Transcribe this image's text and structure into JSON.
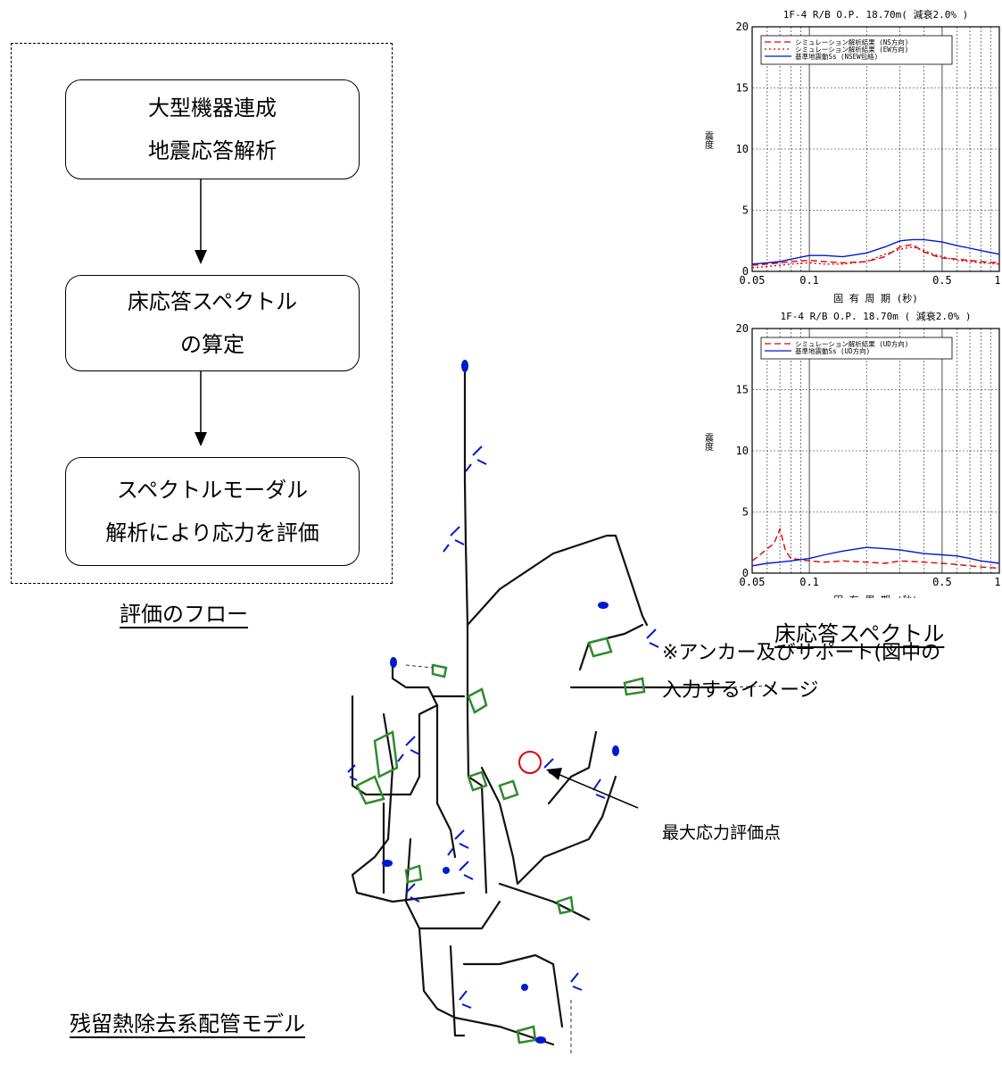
{
  "flow": {
    "step1": [
      "大型機器連成",
      "地震応答解析"
    ],
    "step2": [
      "床応答スペクトル",
      "の算定"
    ],
    "step3": [
      "スペクトルモーダル",
      "解析により応力を評価"
    ],
    "caption": "評価のフロー"
  },
  "spectrum_caption": "床応答スペクトル",
  "model_caption": "残留熱除去系配管モデル",
  "note": {
    "line1": "※アンカー及びサポート(図中の",
    "line2": "入力するイメージ"
  },
  "max_stress_label": "最大応力評価点",
  "colors": {
    "red": "#e00000",
    "blue": "#0018d0",
    "green": "#2e8b2e",
    "pipe": "#000000"
  },
  "chart_data": [
    {
      "type": "line",
      "title": "1F-4 R/B  O.P. 18.70m( 減衰2.0% )",
      "xlabel": "固 有 周 期 (秒)",
      "ylabel": "震度",
      "xscale": "log",
      "xlim": [
        0.05,
        1.0
      ],
      "ylim": [
        0,
        20
      ],
      "xticks": [
        0.05,
        0.1,
        0.5,
        1
      ],
      "xtick_labels": [
        "0.05",
        "0.1",
        "0.5",
        "1"
      ],
      "yticks": [
        0,
        5,
        10,
        15,
        20
      ],
      "legend_position": "top-left",
      "grid": true,
      "series": [
        {
          "name": "シミュレーション解析結果 (NS方向)",
          "style": "dashed",
          "color": "#e00000",
          "x": [
            0.05,
            0.06,
            0.07,
            0.08,
            0.1,
            0.12,
            0.15,
            0.2,
            0.25,
            0.3,
            0.35,
            0.4,
            0.45,
            0.5,
            0.6,
            0.7,
            0.8,
            1.0
          ],
          "y": [
            0.5,
            0.6,
            0.7,
            0.8,
            0.9,
            0.8,
            0.7,
            0.8,
            1.2,
            2.0,
            2.2,
            1.6,
            1.3,
            1.1,
            1.0,
            0.9,
            0.8,
            0.7
          ]
        },
        {
          "name": "シミュレーション解析結果 (EW方向)",
          "style": "dotted",
          "color": "#e00000",
          "x": [
            0.05,
            0.06,
            0.07,
            0.08,
            0.1,
            0.12,
            0.15,
            0.2,
            0.25,
            0.3,
            0.35,
            0.4,
            0.45,
            0.5,
            0.6,
            0.7,
            0.8,
            1.0
          ],
          "y": [
            0.3,
            0.4,
            0.5,
            0.6,
            0.7,
            0.6,
            0.6,
            0.8,
            1.4,
            1.8,
            2.0,
            1.7,
            1.4,
            1.2,
            0.9,
            0.8,
            0.7,
            0.6
          ]
        },
        {
          "name": "基準地震動Ss (NSEW包絡)",
          "style": "solid",
          "color": "#0018d0",
          "x": [
            0.05,
            0.06,
            0.07,
            0.08,
            0.1,
            0.12,
            0.15,
            0.2,
            0.25,
            0.3,
            0.35,
            0.4,
            0.45,
            0.5,
            0.6,
            0.7,
            0.8,
            1.0
          ],
          "y": [
            0.6,
            0.7,
            0.8,
            1.0,
            1.3,
            1.3,
            1.2,
            1.5,
            2.0,
            2.5,
            2.6,
            2.6,
            2.5,
            2.4,
            2.1,
            1.9,
            1.7,
            1.4
          ]
        }
      ]
    },
    {
      "type": "line",
      "title": "1F-4 R/B  O.P. 18.70m ( 減衰2.0% )",
      "xlabel": "固 有 周 期 (秒)",
      "ylabel": "震度",
      "xscale": "log",
      "xlim": [
        0.05,
        1.0
      ],
      "ylim": [
        0,
        20
      ],
      "xticks": [
        0.05,
        0.1,
        0.5,
        1
      ],
      "xtick_labels": [
        "0.05",
        "0.1",
        "0.5",
        "1"
      ],
      "yticks": [
        0,
        5,
        10,
        15,
        20
      ],
      "legend_position": "top-left",
      "grid": true,
      "series": [
        {
          "name": "シミュレーション解析結果 (UD方向)",
          "style": "dashed",
          "color": "#e00000",
          "x": [
            0.05,
            0.055,
            0.06,
            0.065,
            0.07,
            0.075,
            0.08,
            0.09,
            0.1,
            0.12,
            0.15,
            0.2,
            0.25,
            0.3,
            0.4,
            0.5,
            0.6,
            0.7,
            0.8,
            1.0
          ],
          "y": [
            1.0,
            1.5,
            2.0,
            2.4,
            3.6,
            1.8,
            1.2,
            1.1,
            1.0,
            0.9,
            1.0,
            0.9,
            0.8,
            1.0,
            0.9,
            0.8,
            0.7,
            0.6,
            0.5,
            0.4
          ]
        },
        {
          "name": "基準地震動Ss (UD方向)",
          "style": "solid",
          "color": "#0018d0",
          "x": [
            0.05,
            0.06,
            0.07,
            0.08,
            0.1,
            0.12,
            0.15,
            0.2,
            0.25,
            0.3,
            0.4,
            0.5,
            0.6,
            0.7,
            0.8,
            1.0
          ],
          "y": [
            0.6,
            0.8,
            0.9,
            1.0,
            1.2,
            1.5,
            1.8,
            2.1,
            2.0,
            1.9,
            1.6,
            1.5,
            1.4,
            1.2,
            1.0,
            0.8
          ]
        }
      ]
    }
  ]
}
